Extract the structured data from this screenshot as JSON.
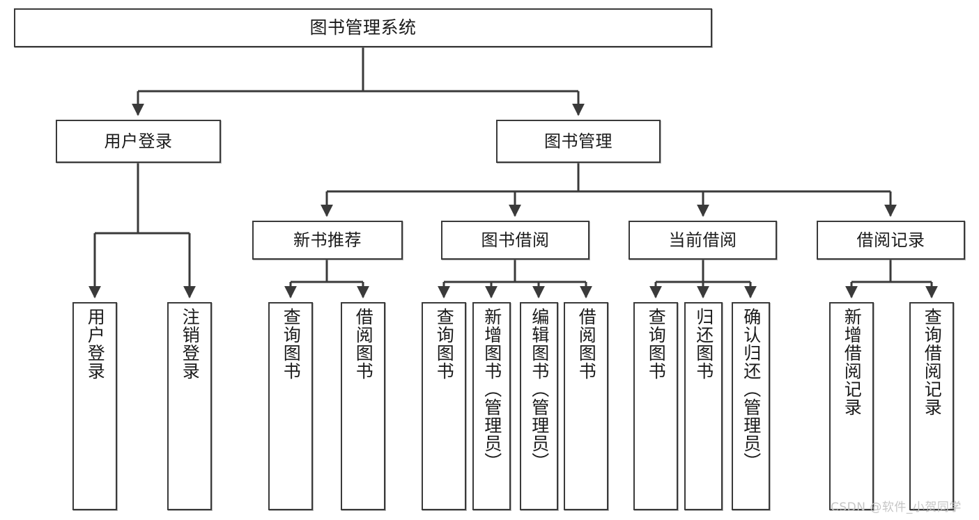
{
  "diagram": {
    "title": "图书管理系统",
    "type": "tree-hierarchy",
    "root": {
      "label": "图书管理系统"
    },
    "level2": [
      {
        "label": "用户登录"
      },
      {
        "label": "图书管理"
      }
    ],
    "level3": [
      {
        "label": "新书推荐"
      },
      {
        "label": "图书借阅"
      },
      {
        "label": "当前借阅"
      },
      {
        "label": "借阅记录"
      }
    ],
    "leaves": {
      "user_login": [
        {
          "label": "用户登录"
        },
        {
          "label": "注销登录"
        }
      ],
      "new_book_recommend": [
        {
          "label": "查询图书"
        },
        {
          "label": "借阅图书"
        }
      ],
      "book_borrow": [
        {
          "label": "查询图书"
        },
        {
          "label": "新增图书（管理员）"
        },
        {
          "label": "编辑图书（管理员）"
        },
        {
          "label": "借阅图书"
        }
      ],
      "current_borrow": [
        {
          "label": "查询图书"
        },
        {
          "label": "归还图书"
        },
        {
          "label": "确认归还（管理员）"
        }
      ],
      "borrow_record": [
        {
          "label": "新增借阅记录"
        },
        {
          "label": "查询借阅记录"
        }
      ]
    }
  },
  "watermark": {
    "text": "CSDN @软件_小贺同学"
  },
  "colors": {
    "stroke": "#3a3a3a",
    "fill": "#ffffff",
    "text": "#1a1a1a",
    "watermark": "#c6c6c6"
  }
}
